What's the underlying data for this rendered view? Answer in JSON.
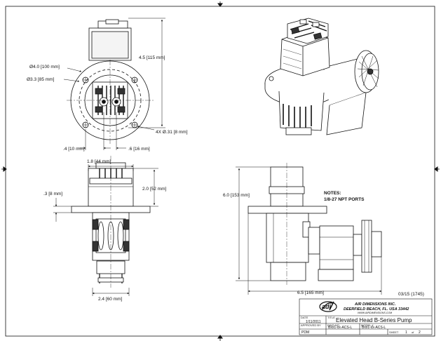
{
  "dimensions": {
    "dia_outer": "Ø4.0 [100 mm]",
    "dia_bolt": "Ø3.3 [85 mm]",
    "height_top": "4.5 [115 mm]",
    "holes": "4X Ø.31 [8 mm]",
    "offset_left": ".4 [10 mm]",
    "offset_right": ".6 [16 mm]",
    "width_head": "1.8 [44 mm]",
    "flange_thk": ".3 [8 mm]",
    "head_height": "2.0 [52 mm]",
    "base_width": "2.4 [60 mm]",
    "total_height": "6.0 [153 mm]",
    "total_length": "6.5 [165 mm]"
  },
  "notes": {
    "heading": "NOTES:",
    "line1": "1/8-27 NPT PORTS"
  },
  "revision_date": "03/15 (1745)",
  "title_block": {
    "company_name": "AIR DIMENSIONS INC.",
    "company_city": "DEERFIELD BEACH, FL. USA 33442",
    "company_web": "WWW.AIRDIMENSIONS.COM",
    "date_label": "DATE",
    "date": "1/11/2011",
    "title_label": "TITLE",
    "title": "Elevated Head B-Series Pump",
    "approved_label": "APPROVED BY",
    "approved": "PDM",
    "dwg_label": "DWG NO.",
    "dwg_no": "Bxx1-xx-ACS-L",
    "model_label": "MODEL #",
    "model": "Bxx1-xx-ACS-L",
    "sheet_label": "SHEET",
    "sheet": "1",
    "sheet_of": "of",
    "sheet_total": "2"
  }
}
